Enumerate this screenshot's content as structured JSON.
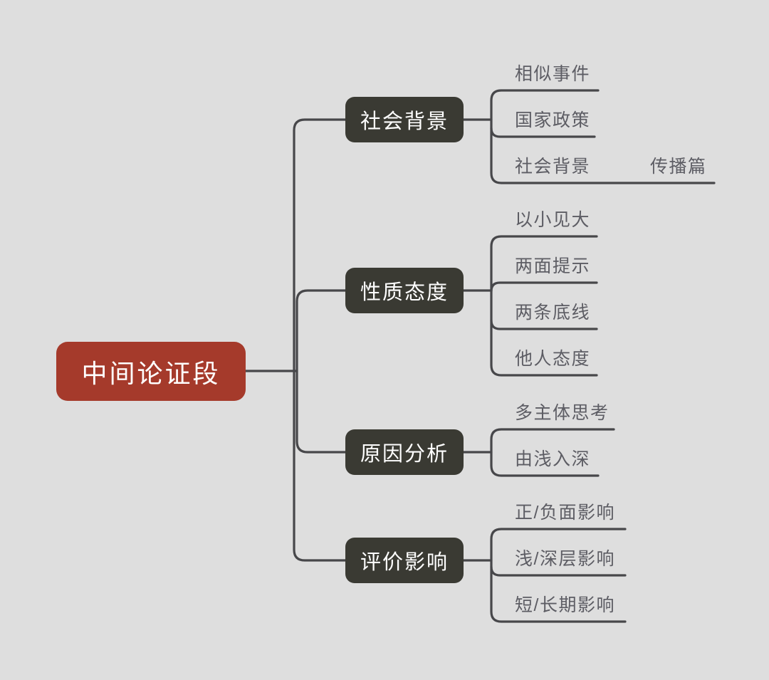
{
  "colors": {
    "background": "#dedede",
    "root_bg": "#a53a2b",
    "branch_bg": "#3a3a33",
    "line": "#47474a",
    "child_text": "#5d5d64",
    "node_text": "#ffffff"
  },
  "root": {
    "label": "中间论证段"
  },
  "branches": [
    {
      "label": "社会背景",
      "children": [
        {
          "label": "相似事件"
        },
        {
          "label": "国家政策"
        },
        {
          "label": "社会背景",
          "children": [
            {
              "label": "传播篇"
            }
          ]
        }
      ]
    },
    {
      "label": "性质态度",
      "children": [
        {
          "label": "以小见大"
        },
        {
          "label": "两面提示"
        },
        {
          "label": "两条底线"
        },
        {
          "label": "他人态度"
        }
      ]
    },
    {
      "label": "原因分析",
      "children": [
        {
          "label": "多主体思考"
        },
        {
          "label": "由浅入深"
        }
      ]
    },
    {
      "label": "评价影响",
      "children": [
        {
          "label": "正/负面影响"
        },
        {
          "label": "浅/深层影响"
        },
        {
          "label": "短/长期影响"
        }
      ]
    }
  ]
}
